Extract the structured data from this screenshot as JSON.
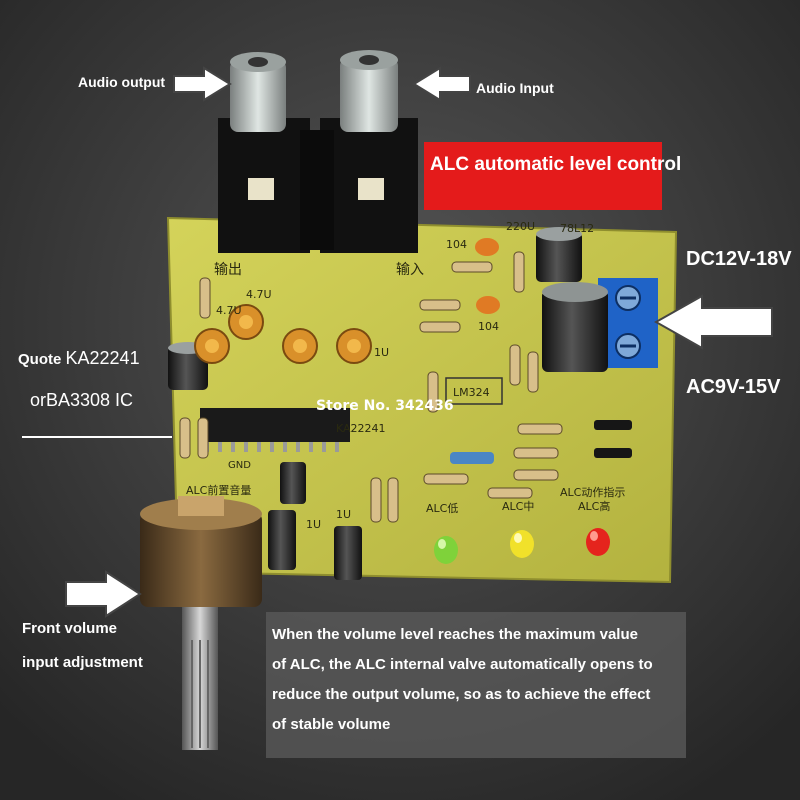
{
  "photo": {
    "pcb_color": "#c7c64d",
    "background_color": "#2e2e2e",
    "led_colors": [
      "#7fd23a",
      "#f1e12a",
      "#e5241d"
    ],
    "pcb_silkscreen": {
      "store": "Store No. 342436",
      "ic_label": "KA22241",
      "op_amp": "LM324",
      "cap_220u": "220U",
      "regulator": "78L12",
      "cap_104_a": "104",
      "cap_104_b": "104",
      "cap_4_7u_a": "4.7U",
      "cap_4_7u_b": "4.7U",
      "cap_1u_a": "1U",
      "cap_1u_b": "1U",
      "cap_1u_c": "1U",
      "output_cn": "输出",
      "input_cn": "输入",
      "gnd": "GND",
      "alc_front_vol": "ALC前置音量",
      "alc_indicator": "ALC动作指示",
      "alc_low": "ALC低",
      "alc_mid": "ALC中",
      "alc_high": "ALC高"
    }
  },
  "labels": {
    "audio_output": "Audio output",
    "audio_input": "Audio Input",
    "alc_banner": "ALC automatic level control",
    "dc_voltage": "DC12V-18V",
    "ac_voltage": "AC9V-15V",
    "quote_line1_prefix": "Quote",
    "quote_line1_part": "KA22241",
    "quote_line2": "orBA3308 IC",
    "front_volume_line1": "Front volume",
    "front_volume_line2": "input adjustment"
  },
  "description": {
    "lines": [
      "When the volume level reaches the maximum value",
      "of ALC, the ALC internal valve automatically opens to",
      "reduce the output volume, so as to achieve the effect",
      "of stable volume"
    ]
  }
}
